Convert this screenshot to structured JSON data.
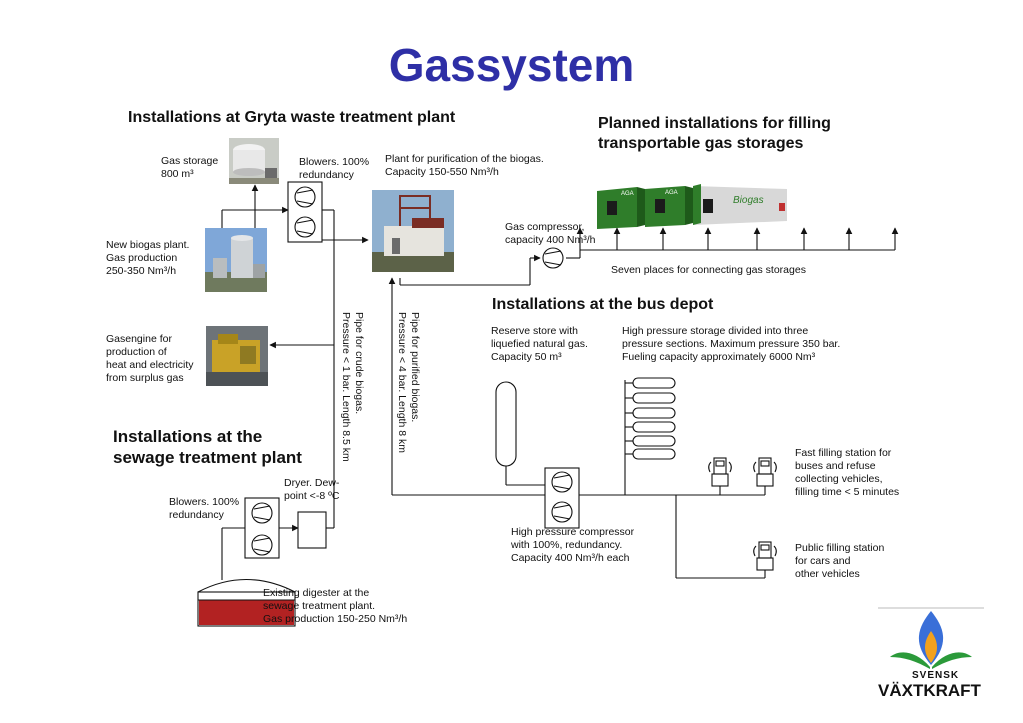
{
  "title": "Gassystem",
  "headers": {
    "gryta": "Installations at Gryta waste treatment plant",
    "planned": "Planned installations for filling\ntransportable gas storages",
    "bus_depot": "Installations at the bus depot",
    "sewage": "Installations at the\nsewage treatment plant"
  },
  "labels": {
    "gas_storage": "Gas storage\n800 m³",
    "blowers_top": "Blowers. 100%\nredundancy",
    "purification": "Plant for purification of the biogas.\nCapacity 150-550 Nm³/h",
    "new_biogas": "New biogas plant.\nGas production\n250-350 Nm³/h",
    "gasengine": "Gasengine for\nproduction of\nheat and electricity\nfrom surplus gas",
    "gas_compressor": "Gas compressor,\ncapacity 400 Nm³/h",
    "seven_places": "Seven places for connecting gas storages",
    "pipe_crude": "Pipe for crude biogas.\nPressure < 1 bar. Length 8.5 km",
    "pipe_purified": "Pipe for purified biogas.\nPressure < 4 bar. Length 8 km",
    "reserve_store": "Reserve store with\nliquefied natural gas.\nCapacity 50 m³",
    "hp_storage": "High pressure storage divided into three\npressure sections. Maximum pressure 350 bar.\nFueling capacity approximately 6000 Nm³",
    "fast_filling": "Fast filling station for\nbuses and refuse\ncollecting vehicles,\nfilling time < 5 minutes",
    "public_filling": "Public filling station\nfor cars and\nother vehicles",
    "hp_compressor": "High pressure compressor\nwith 100%, redundancy.\nCapacity 400 Nm³/h each",
    "blowers_bottom": "Blowers. 100%\nredundancy",
    "dryer": "Dryer. Dew-\npoint <-8 ºC",
    "digester": "Existing digester at the\nsewage treatment plant.\nGas production 150-250 Nm³/h"
  },
  "logo": {
    "line1": "SVENSK",
    "line2": "VÄXTKRAFT"
  },
  "container_marks": {
    "left": "AGA",
    "middle": "AGA",
    "right": "Biogas"
  },
  "colors": {
    "title": "#2e2fa6",
    "digester_fill": "#b22222",
    "container_green": "#2f7d2a",
    "logo_blue": "#3a6fd8",
    "logo_orange": "#f2a11e",
    "logo_green": "#2b9a3a"
  }
}
